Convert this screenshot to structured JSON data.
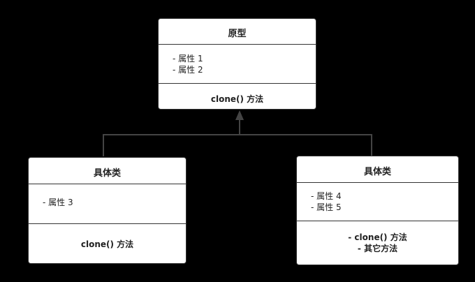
{
  "prototype": {
    "title": "原型",
    "attributes": [
      "- 属性 1",
      "- 属性 2"
    ],
    "methods": [
      "clone() 方法"
    ]
  },
  "left_class": {
    "title": "具体类",
    "attributes": [
      "- 属性 3"
    ],
    "methods": [
      "clone() 方法"
    ]
  },
  "right_class": {
    "title": "具体类",
    "attributes": [
      "- 属性 4",
      "- 属性 5"
    ],
    "methods": [
      "- clone() 方法",
      "- 其它方法"
    ]
  }
}
